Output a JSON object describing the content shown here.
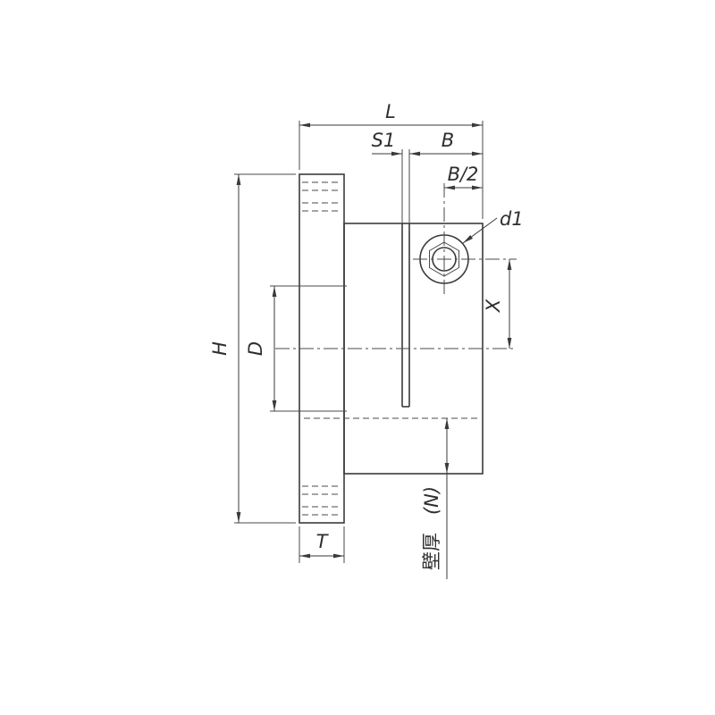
{
  "page": {
    "background": "#ffffff"
  },
  "drawing": {
    "line_color": "#3b3b3b",
    "dimensions": {
      "L": "L",
      "S1": "S1",
      "B": "B",
      "B_half": "B/2",
      "d1": "d1",
      "X": "X",
      "H": "H",
      "D": "D",
      "T": "T",
      "N": "(N)",
      "wall_thickness": "壁厚"
    }
  }
}
